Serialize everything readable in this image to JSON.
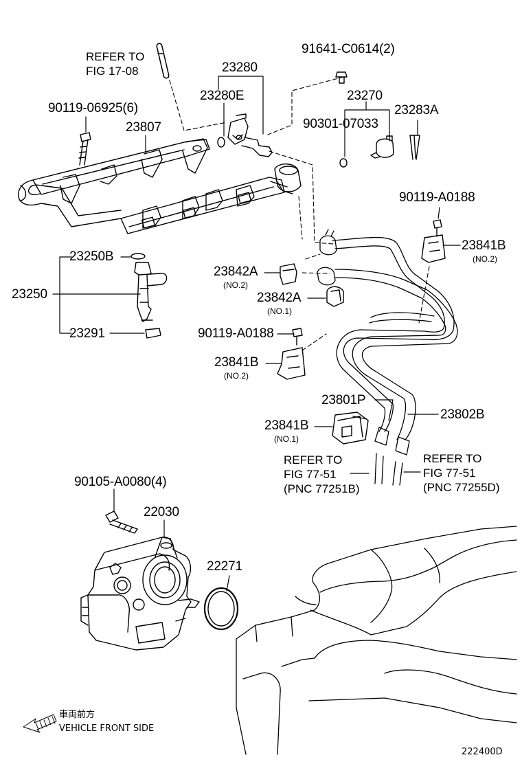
{
  "labels": {
    "p91641": "91641-C0614(2)",
    "p23280": "23280",
    "p23280E": "23280E",
    "p23270": "23270",
    "p90301": "90301-07033",
    "p23283A": "23283A",
    "p90119_06925": "90119-06925(6)",
    "p23807": "23807",
    "p90119_a0188_top": "90119-A0188",
    "p23841B_top": "23841B",
    "p23841B_top_no": "(NO.2)",
    "p23250B": "23250B",
    "p23250": "23250",
    "p23291": "23291",
    "p23842A_1": "23842A",
    "p23842A_1_no": "(NO.2)",
    "p23842A_2": "23842A",
    "p23842A_2_no": "(NO.1)",
    "p90119_a0188_mid": "90119-A0188",
    "p23841B_mid": "23841B",
    "p23841B_mid_no": "(NO.2)",
    "p23801P": "23801P",
    "p23802B": "23802B",
    "p23841B_low": "23841B",
    "p23841B_low_no": "(NO.1)",
    "p90105": "90105-A0080(4)",
    "p22030": "22030",
    "p22271": "22271"
  },
  "references": {
    "top": "REFER TO\nFIG 17-08",
    "left_bottom": "REFER TO\nFIG 77-51\n(PNC 77251B)",
    "right_bottom": "REFER TO\nFIG 77-51\n(PNC 77255D)"
  },
  "front_note": {
    "japanese": "車両前方",
    "english": "VEHICLE FRONT SIDE",
    "icon": "front-arrow-icon"
  },
  "figure_code": "222400D"
}
